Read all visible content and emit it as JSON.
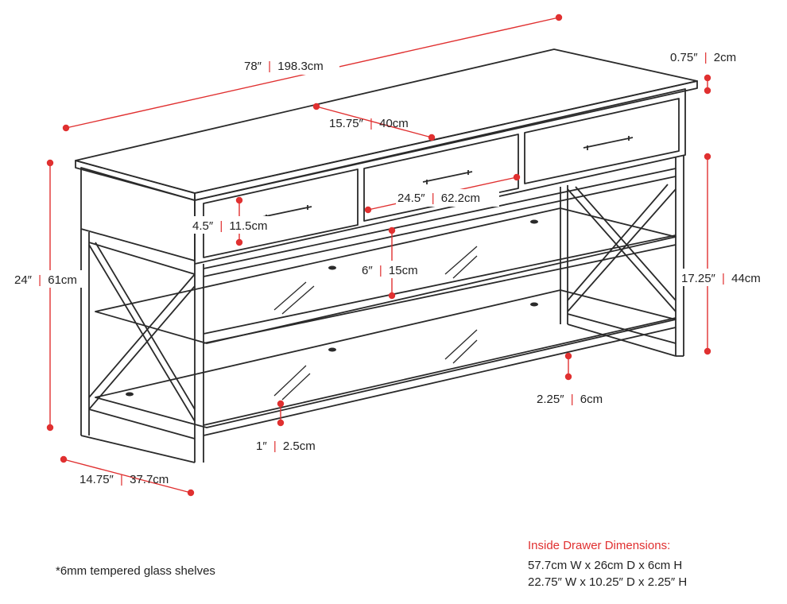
{
  "colors": {
    "dimension": "#e03030",
    "line": "#2a2a2a",
    "text": "#222222"
  },
  "dimensions": {
    "width": {
      "imperial": "78″",
      "metric": "198.3cm"
    },
    "top_thickness": {
      "imperial": "0.75″",
      "metric": "2cm"
    },
    "drawer_depth": {
      "imperial": "15.75″",
      "metric": "40cm"
    },
    "drawer_width": {
      "imperial": "24.5″",
      "metric": "62.2cm"
    },
    "drawer_height": {
      "imperial": "4.5″",
      "metric": "11.5cm"
    },
    "shelf_gap": {
      "imperial": "6″",
      "metric": "15cm"
    },
    "total_height": {
      "imperial": "24″",
      "metric": "61cm"
    },
    "frame_height": {
      "imperial": "17.25″",
      "metric": "44cm"
    },
    "leg_clearance": {
      "imperial": "2.25″",
      "metric": "6cm"
    },
    "bottom_rail": {
      "imperial": "1″",
      "metric": "2.5cm"
    },
    "depth": {
      "imperial": "14.75″",
      "metric": "37.7cm"
    }
  },
  "separator": "|",
  "notes": {
    "glass": "*6mm tempered glass shelves",
    "inside_drawer_title": "Inside Drawer Dimensions:",
    "inside_drawer_metric": "57.7cm W x 26cm D x 6cm H",
    "inside_drawer_imperial": "22.75″ W x 10.25″ D x 2.25″ H"
  }
}
